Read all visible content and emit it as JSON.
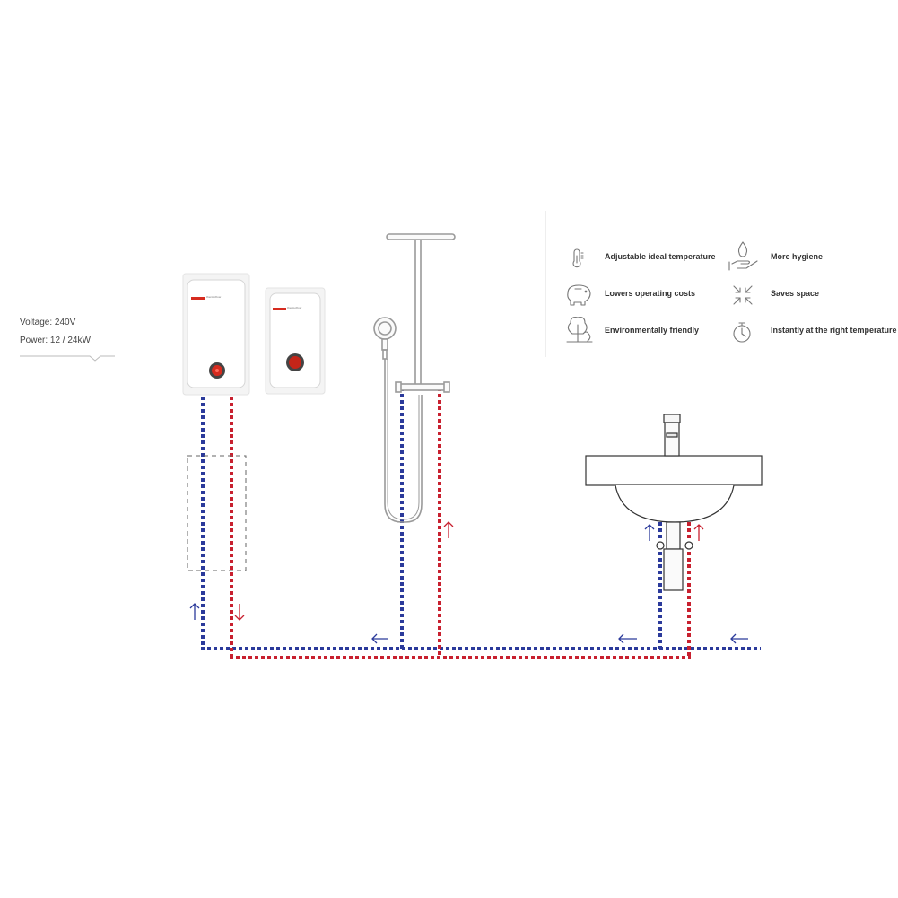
{
  "specs": {
    "voltage": "Voltage: 240V",
    "power": "Power:  12  / 24kW"
  },
  "heaters": {
    "brand_text": "thermoflow"
  },
  "features": [
    {
      "label": "Adjustable ideal temperature",
      "icon": "thermometer-icon"
    },
    {
      "label": "More hygiene",
      "icon": "hand-water-drop-icon"
    },
    {
      "label": "Lowers operating costs",
      "icon": "piggy-bank-icon"
    },
    {
      "label": "Saves space",
      "icon": "compress-arrows-icon"
    },
    {
      "label": "Environmentally friendly",
      "icon": "trees-icon"
    },
    {
      "label": "Instantly at the right temperature",
      "icon": "stopwatch-icon"
    }
  ],
  "colors": {
    "cold_water": "#2b3a9b",
    "hot_water": "#c8202f",
    "outline": "#9a9a9a",
    "control_knob": "#d62b1f"
  }
}
